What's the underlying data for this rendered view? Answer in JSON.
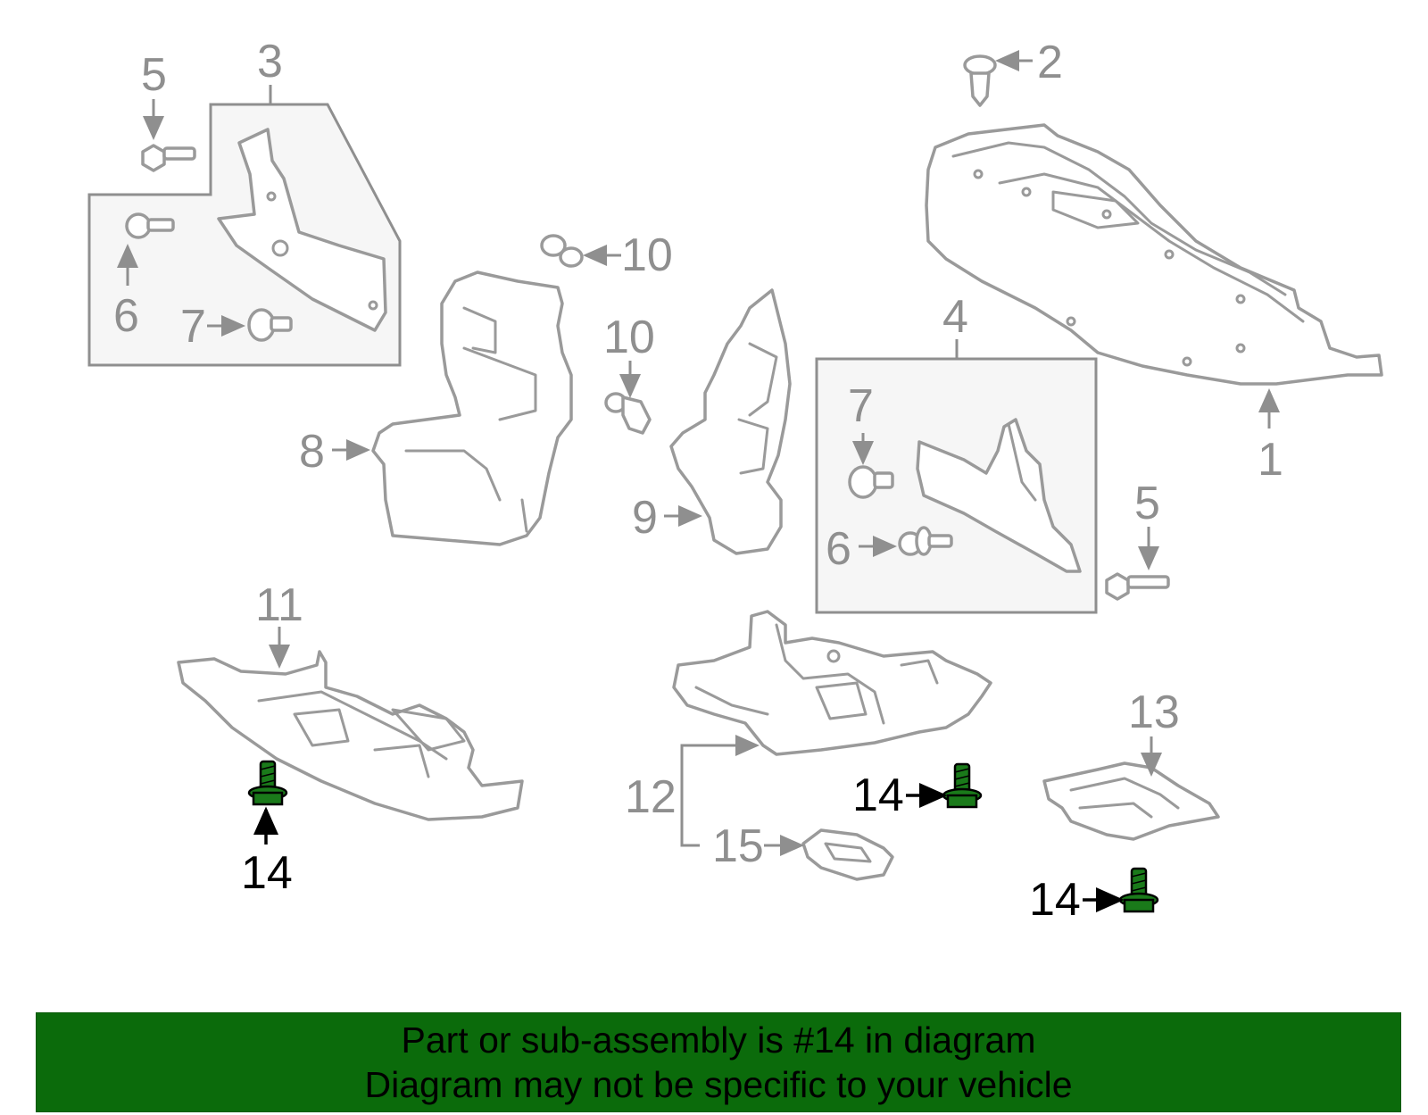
{
  "callouts": {
    "c1": "1",
    "c2": "2",
    "c3": "3",
    "c4": "4",
    "c5a": "5",
    "c5b": "5",
    "c6a": "6",
    "c6b": "6",
    "c7a": "7",
    "c7b": "7",
    "c8": "8",
    "c9": "9",
    "c10a": "10",
    "c10b": "10",
    "c11": "11",
    "c12": "12",
    "c13": "13",
    "c14a": "14",
    "c14b": "14",
    "c14c": "14",
    "c15": "15"
  },
  "colors": {
    "highlight_part": "#1a7a1a",
    "banner_background": "#0b6b0b",
    "part_outline": "#9a9a9a",
    "callout_grey": "#8f8f8f"
  },
  "banner": {
    "line1": "Part or sub-assembly is #14 in diagram",
    "line2": "Diagram may not be specific to your vehicle"
  }
}
